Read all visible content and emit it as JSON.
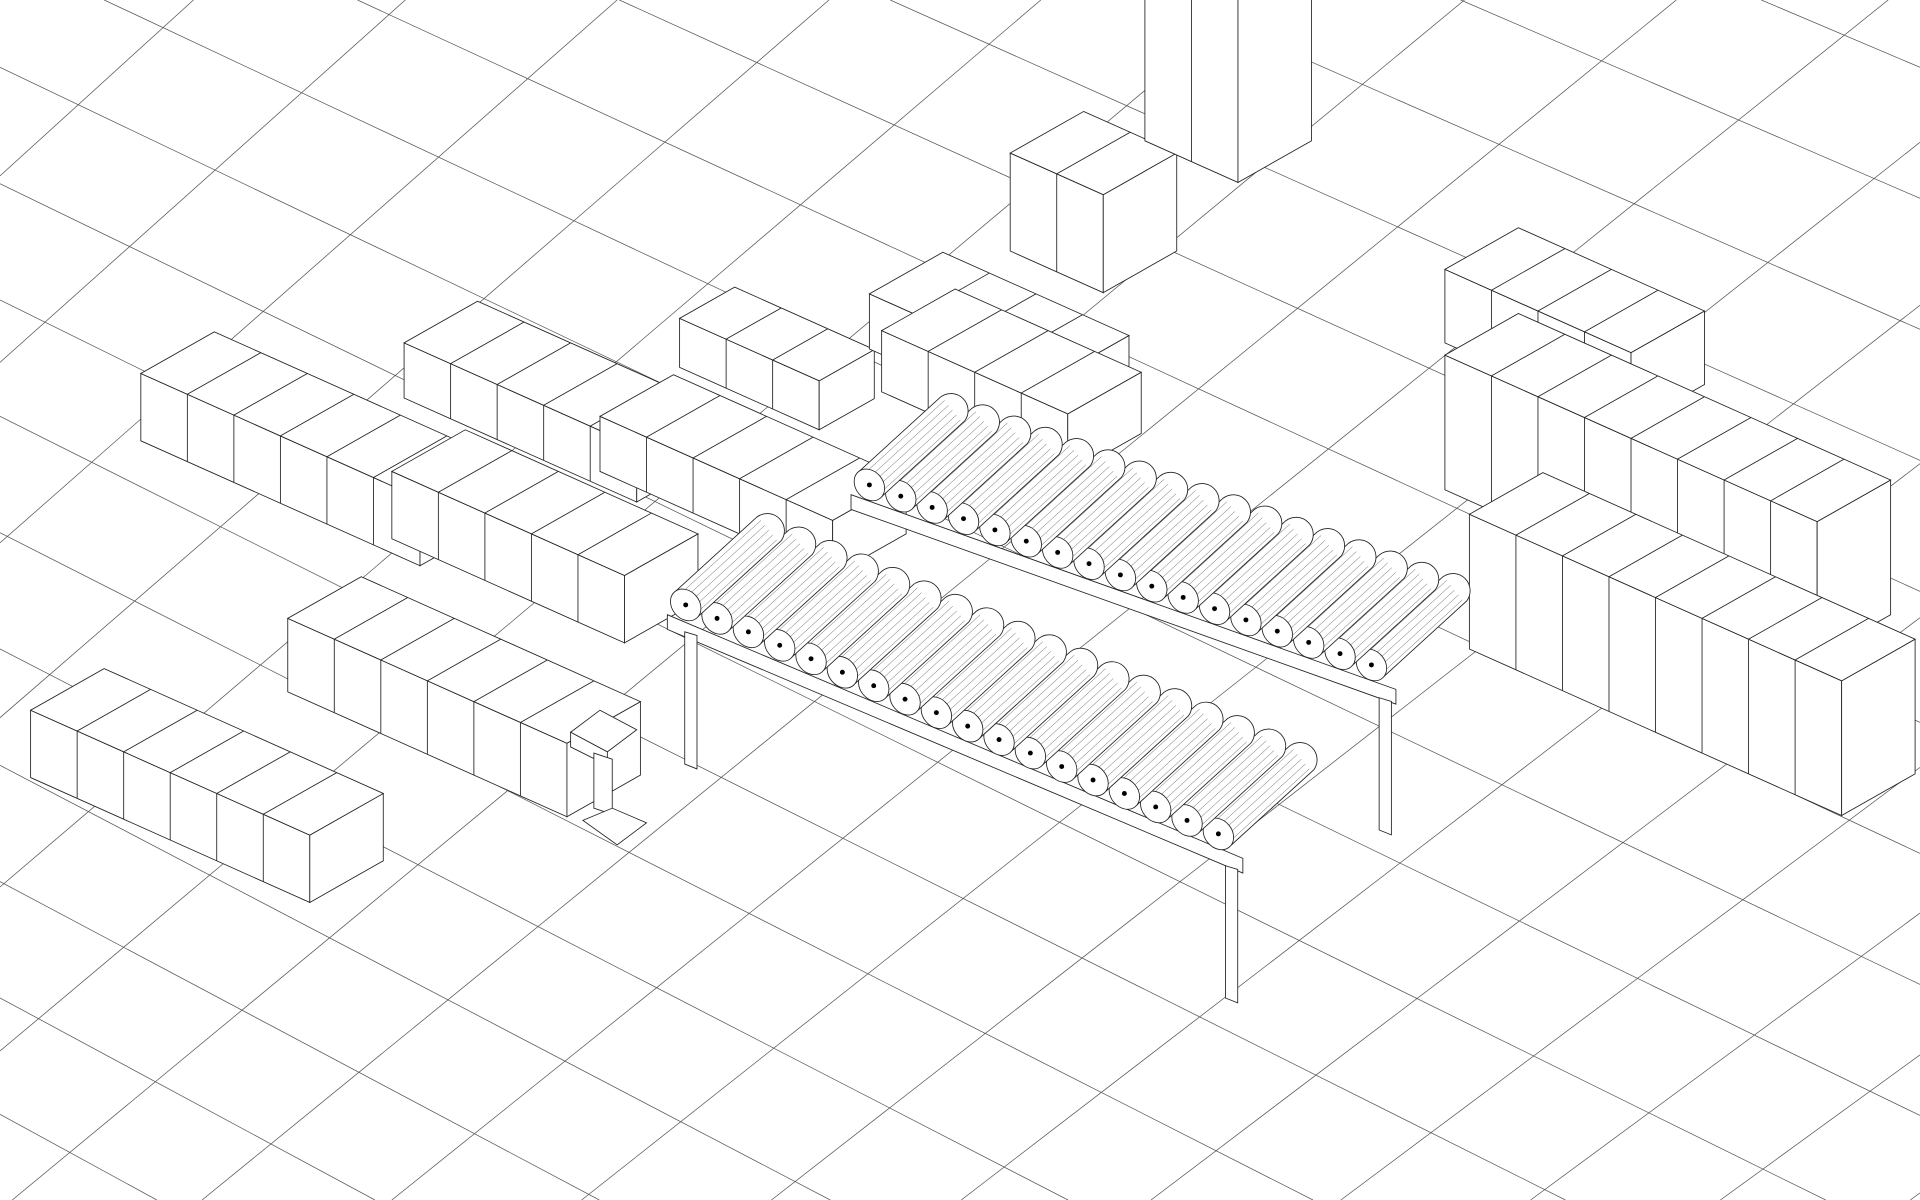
{
  "scene": {
    "style": "wireframe",
    "background_color": "#ffffff",
    "line_color": "#222222",
    "objects": [
      "floor-grid",
      "box-stacks",
      "roller-conveyor-front",
      "roller-conveyor-back",
      "pedestal"
    ]
  }
}
